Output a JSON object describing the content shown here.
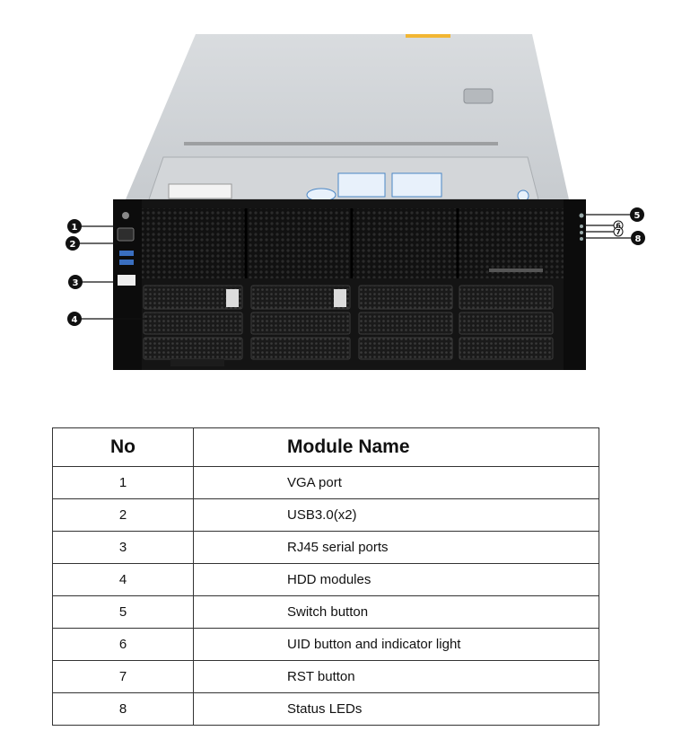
{
  "image": {
    "callouts": [
      "1",
      "2",
      "3",
      "4",
      "5",
      "6",
      "7",
      "8"
    ]
  },
  "table": {
    "headers": {
      "no": "No",
      "name": "Module Name"
    },
    "rows": [
      {
        "no": "1",
        "name": "VGA port"
      },
      {
        "no": "2",
        "name": "USB3.0(x2)"
      },
      {
        "no": "3",
        "name": "RJ45 serial ports"
      },
      {
        "no": "4",
        "name": "HDD modules"
      },
      {
        "no": "5",
        "name": "Switch button"
      },
      {
        "no": "6",
        "name": "UID button and indicator light"
      },
      {
        "no": "7",
        "name": "RST button"
      },
      {
        "no": "8",
        "name": "Status LEDs"
      }
    ]
  }
}
